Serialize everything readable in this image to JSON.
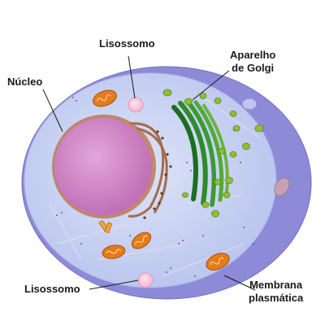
{
  "labels": {
    "lisossomo_top": "Lisossomo",
    "golgi_line1": "Aparelho",
    "golgi_line2": "de Golgi",
    "nucleo": "Núcleo",
    "lisossomo_bottom": "Lisossomo",
    "membrana_line1": "Membrana",
    "membrana_line2": "plasmática"
  },
  "colors": {
    "membrane": "#8c8ad6",
    "cytoplasm": "#c9d3f2",
    "nucleus": "#cf7fc4",
    "nuclear_envelope": "#b0703a",
    "golgi": "#2c8a2c",
    "golgi_vesicle": "#84b832",
    "mitochondria": "#e07a1a",
    "lysosome": "#f6c4d8"
  }
}
